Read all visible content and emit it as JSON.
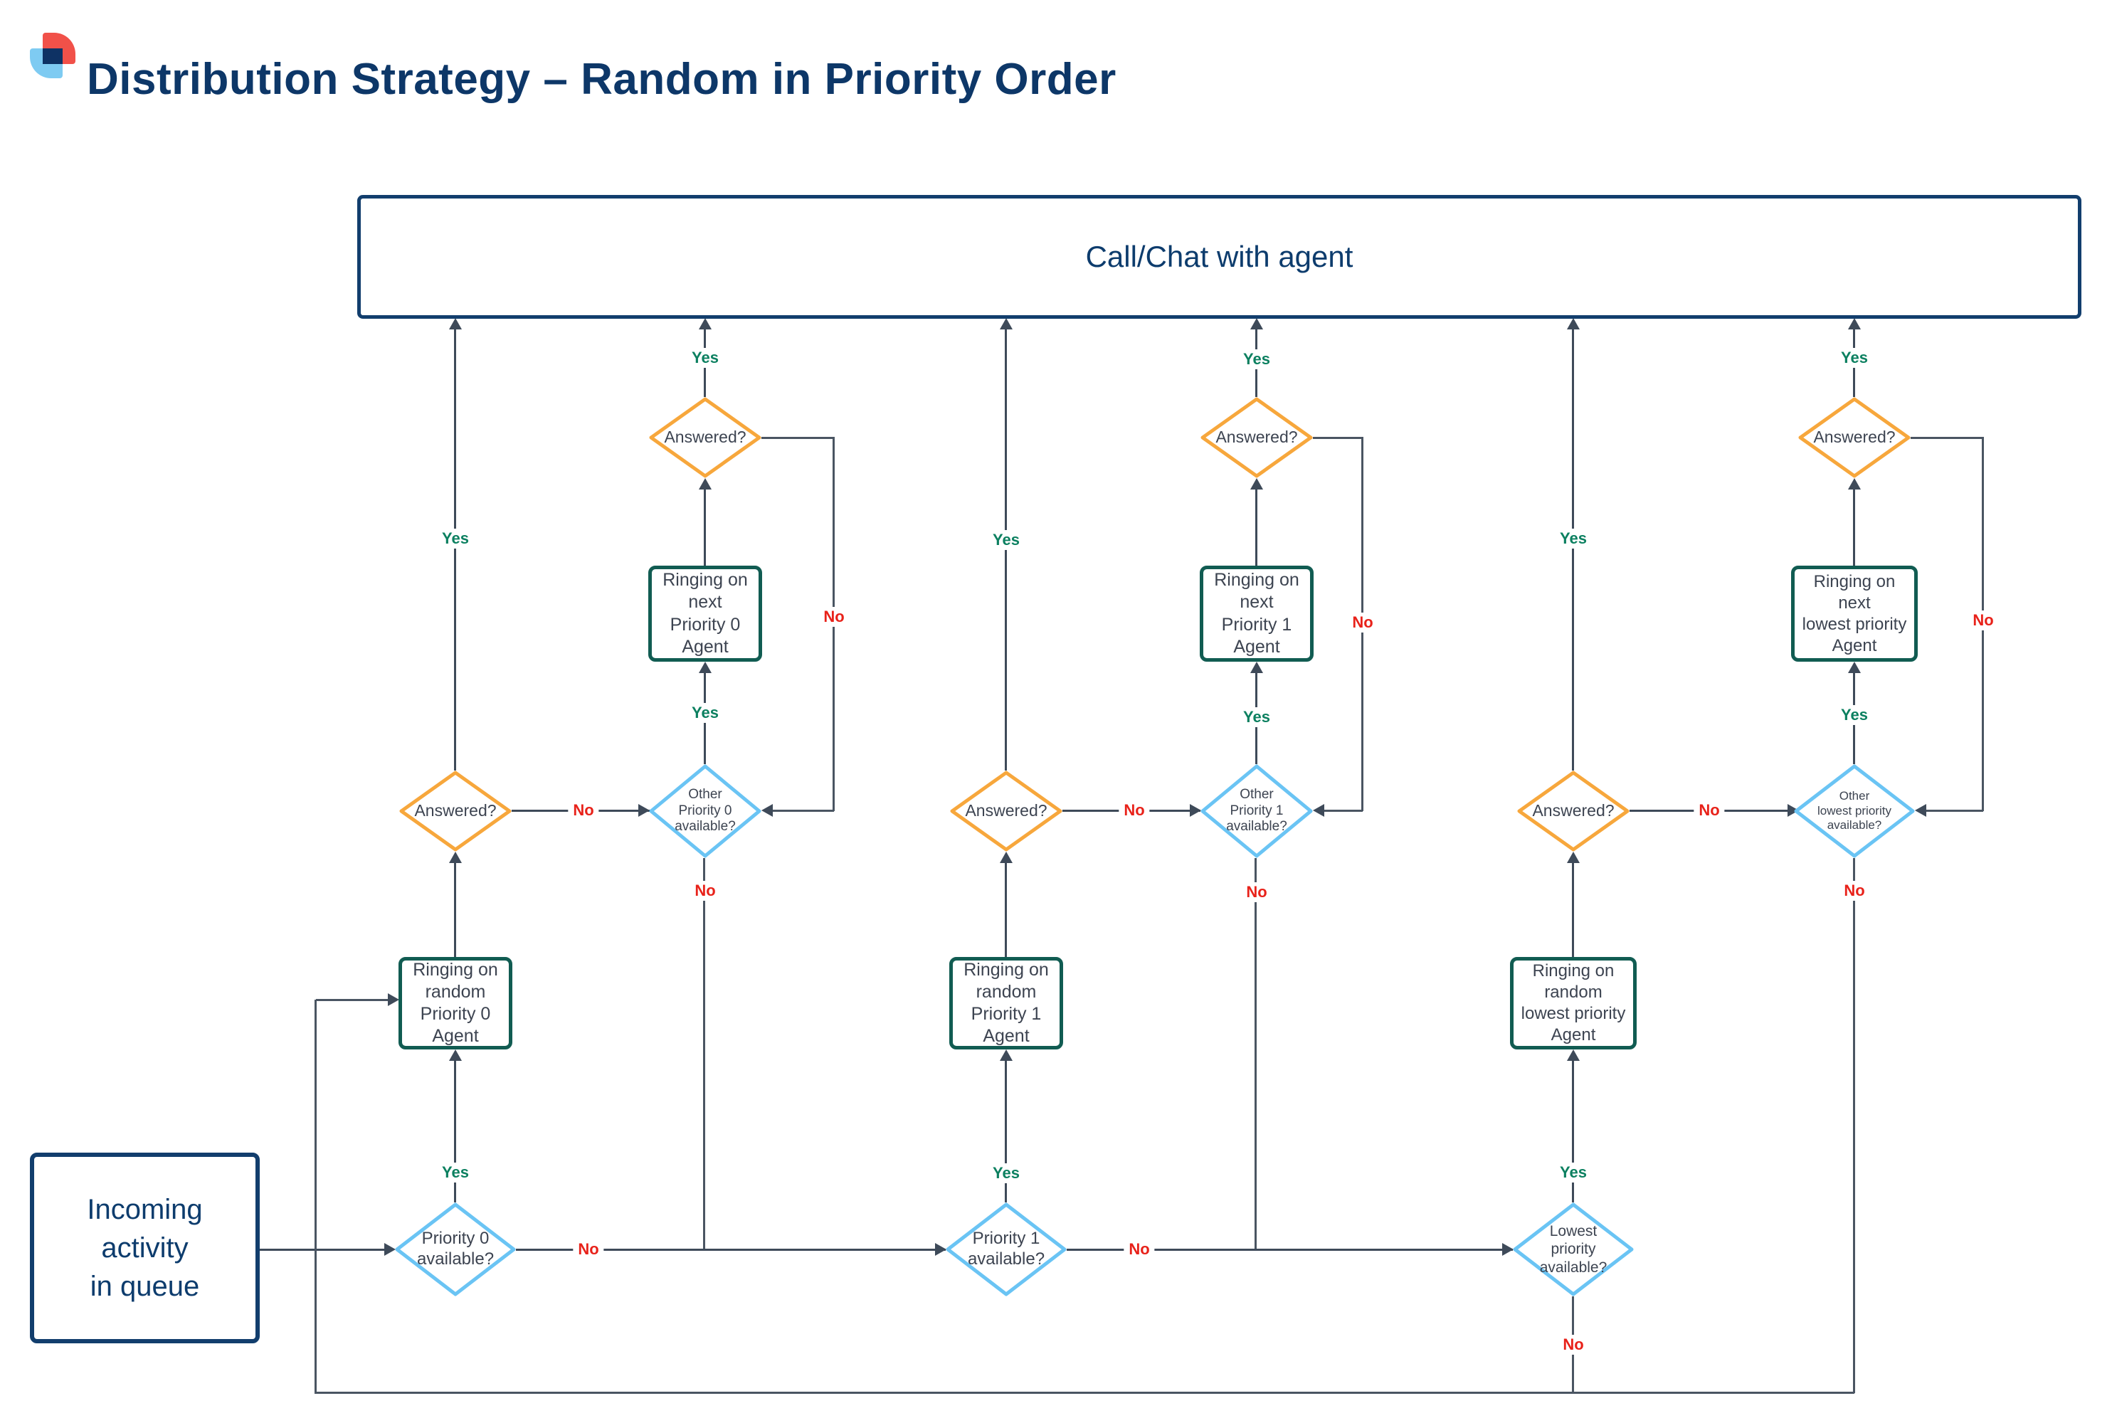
{
  "title": "Distribution Strategy – Random in Priority Order",
  "top_box": {
    "label": "Call/Chat with agent"
  },
  "start_box": {
    "label": "Incoming\nactivity\nin queue"
  },
  "labels": {
    "yes": "Yes",
    "no": "No"
  },
  "columns": [
    {
      "priority_check": "Priority 0\navailable?",
      "ring_random": "Ringing on\nrandom\nPriority 0\nAgent",
      "answered_first": "Answered?",
      "other_check": "Other\nPriority 0\navailable?",
      "ring_next": "Ringing on\nnext\nPriority 0\nAgent",
      "answered_second": "Answered?"
    },
    {
      "priority_check": "Priority 1\navailable?",
      "ring_random": "Ringing on\nrandom\nPriority 1\nAgent",
      "answered_first": "Answered?",
      "other_check": "Other\nPriority 1\navailable?",
      "ring_next": "Ringing on\nnext\nPriority 1\nAgent",
      "answered_second": "Answered?"
    },
    {
      "priority_check": "Lowest\npriority\navailable?",
      "ring_random": "Ringing on\nrandom\nlowest priority\nAgent",
      "answered_first": "Answered?",
      "other_check": "Other\nlowest priority\navailable?",
      "ring_next": "Ringing on\nnext\nlowest priority\nAgent",
      "answered_second": "Answered?"
    }
  ],
  "colors": {
    "navy": "#123e6d",
    "line": "#3e4a59",
    "decision_orange": "#f7a73c",
    "decision_blue": "#6ac4f4",
    "process_teal": "#115c52",
    "yes_green": "#0c8060",
    "no_red": "#e8221a",
    "logo_red": "#f15149",
    "logo_blue": "#7ecbf2",
    "logo_navy": "#0e3264"
  }
}
